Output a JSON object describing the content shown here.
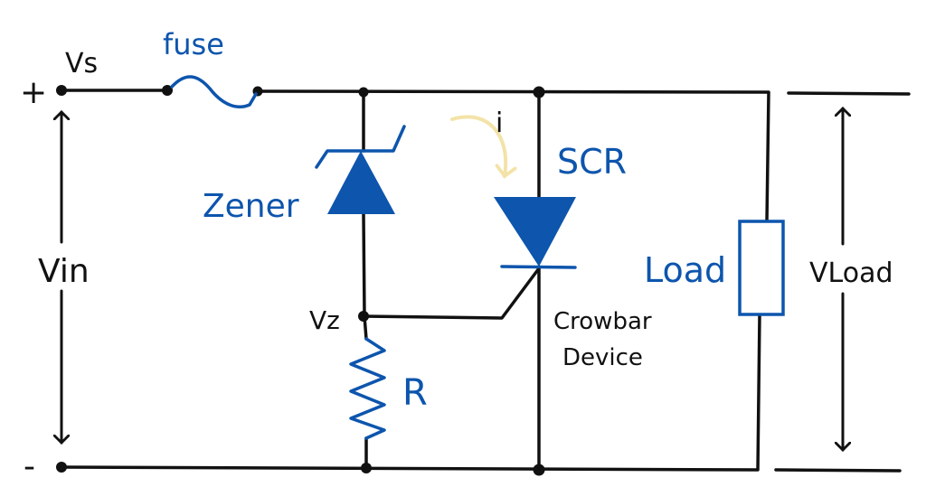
{
  "diagram": {
    "labels": {
      "plus": "+",
      "minus": "-",
      "vs": "Vs",
      "fuse": "fuse",
      "vin": "Vin",
      "zener": "Zener",
      "vz": "Vz",
      "r": "R",
      "current": "i",
      "scr": "SCR",
      "crowbar_line1": "Crowbar",
      "crowbar_line2": "Device",
      "load": "Load",
      "vload": "VLoad"
    },
    "colors": {
      "wire": "#111111",
      "component": "#0d55ad",
      "current_arrow": "#f3e3a8"
    }
  }
}
